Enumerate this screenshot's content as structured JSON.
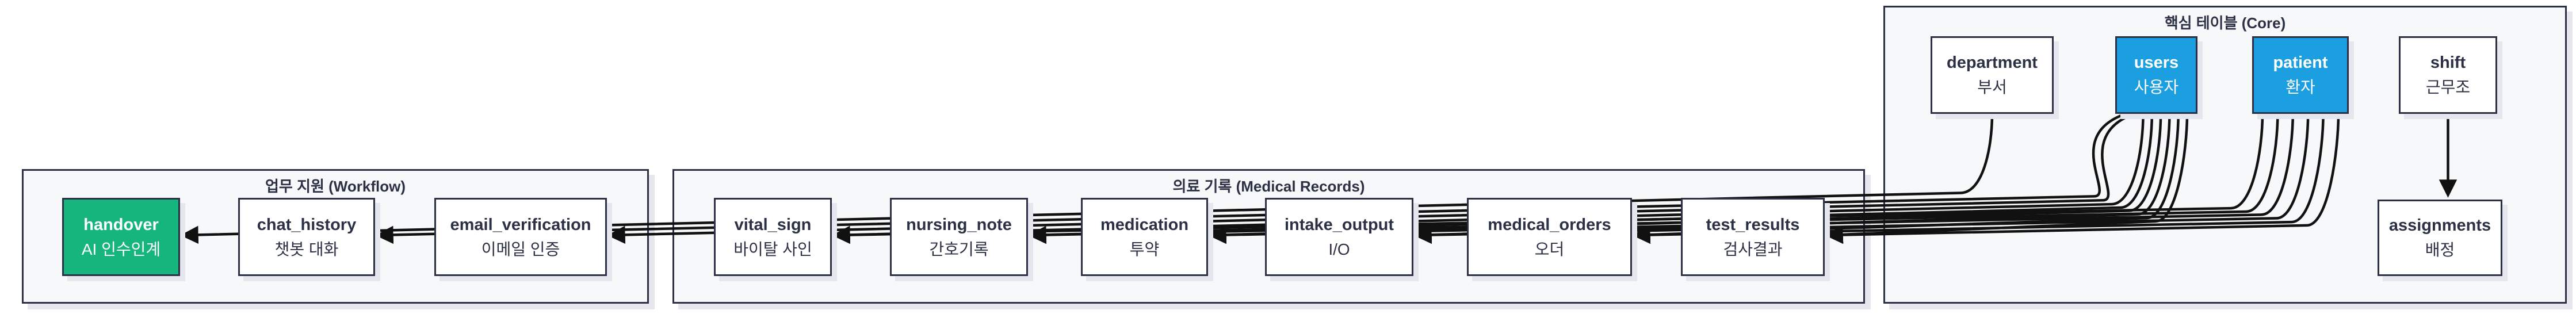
{
  "diagram": {
    "groups": {
      "workflow": {
        "title": "업무 지원 (Workflow)"
      },
      "medical": {
        "title": "의료 기록 (Medical Records)"
      },
      "core": {
        "title": "핵심 테이블 (Core)"
      }
    },
    "nodes": {
      "handover": {
        "name": "handover",
        "sublabel": "AI 인수인계",
        "variant": "green"
      },
      "chat_history": {
        "name": "chat_history",
        "sublabel": "챗봇 대화",
        "variant": "default"
      },
      "email_verification": {
        "name": "email_verification",
        "sublabel": "이메일 인증",
        "variant": "default"
      },
      "vital_sign": {
        "name": "vital_sign",
        "sublabel": "바이탈 사인",
        "variant": "default"
      },
      "nursing_note": {
        "name": "nursing_note",
        "sublabel": "간호기록",
        "variant": "default"
      },
      "medication": {
        "name": "medication",
        "sublabel": "투약",
        "variant": "default"
      },
      "intake_output": {
        "name": "intake_output",
        "sublabel": "I/O",
        "variant": "default"
      },
      "medical_orders": {
        "name": "medical_orders",
        "sublabel": "오더",
        "variant": "default"
      },
      "test_results": {
        "name": "test_results",
        "sublabel": "검사결과",
        "variant": "default"
      },
      "department": {
        "name": "department",
        "sublabel": "부서",
        "variant": "default"
      },
      "users": {
        "name": "users",
        "sublabel": "사용자",
        "variant": "blue"
      },
      "patient": {
        "name": "patient",
        "sublabel": "환자",
        "variant": "blue"
      },
      "shift": {
        "name": "shift",
        "sublabel": "근무조",
        "variant": "default"
      },
      "assignments": {
        "name": "assignments",
        "sublabel": "배정",
        "variant": "default"
      }
    },
    "edges": [
      {
        "from": "users",
        "to": "chat_history"
      },
      {
        "from": "users",
        "to": "email_verification"
      },
      {
        "from": "users",
        "to": "vital_sign"
      },
      {
        "from": "users",
        "to": "nursing_note"
      },
      {
        "from": "users",
        "to": "medication"
      },
      {
        "from": "users",
        "to": "intake_output"
      },
      {
        "from": "users",
        "to": "medical_orders"
      },
      {
        "from": "users",
        "to": "test_results"
      },
      {
        "from": "patient",
        "to": "vital_sign"
      },
      {
        "from": "patient",
        "to": "nursing_note"
      },
      {
        "from": "patient",
        "to": "medication"
      },
      {
        "from": "patient",
        "to": "intake_output"
      },
      {
        "from": "patient",
        "to": "medical_orders"
      },
      {
        "from": "patient",
        "to": "test_results"
      },
      {
        "from": "department",
        "to": "handover"
      },
      {
        "from": "shift",
        "to": "assignments"
      }
    ],
    "colors": {
      "node_border": "#2b3045",
      "text": "#2b3045",
      "highlight_blue": "#1b9fe0",
      "highlight_green": "#16b57d",
      "group_fill": "#f7f8fa",
      "edge": "#111111",
      "node_fill": "#ffffff",
      "shadow": "#e6e7ee"
    }
  }
}
